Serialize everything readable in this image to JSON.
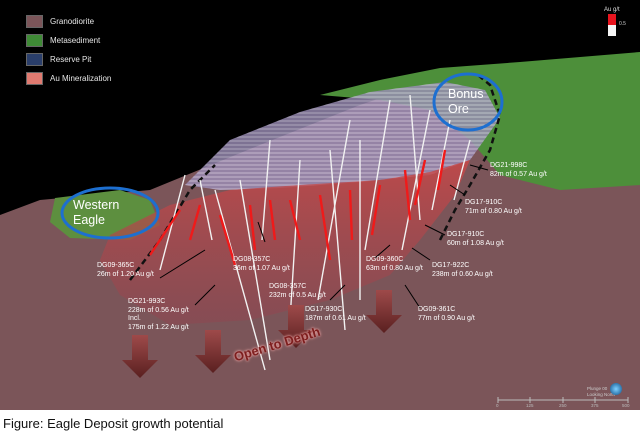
{
  "legend": [
    {
      "label": "Granodiorite",
      "color": "#7b5559"
    },
    {
      "label": "Metasediment",
      "color": "#3f8a36"
    },
    {
      "label": "Reserve Pit",
      "color": "#2a3e6a"
    },
    {
      "label": "Au Mineralization",
      "color": "#e07a70"
    }
  ],
  "grade_scale": {
    "title": "Au g/t",
    "value": "0.5",
    "high_color": "#e8141e",
    "low_color": "#f5f5f5"
  },
  "callouts": {
    "bonus_ore": "Bonus\nOre",
    "western_eagle": "Western\nEagle"
  },
  "open_to_depth": "Open to Depth",
  "drill_labels": [
    {
      "hole": "DG21-998C",
      "result": "82m of 0.57 Au g/t"
    },
    {
      "hole": "DG17-910C",
      "result": "71m of 0.80 Au g/t"
    },
    {
      "hole": "DG17-910C",
      "result": "60m of 1.08 Au g/t"
    },
    {
      "hole": "DG17-922C",
      "result": "238m of 0.60 Au g/t"
    },
    {
      "hole": "DG09-361C",
      "result": "77m of 0.90 Au g/t"
    },
    {
      "hole": "DG09-360C",
      "result": "63m of 0.80 Au g/t"
    },
    {
      "hole": "DG17-930C",
      "result": "187m of 0.61 Au g/t"
    },
    {
      "hole": "DG08-357C",
      "result": "36m of 1.07 Au g/t"
    },
    {
      "hole": "DG08-357C",
      "result": "232m of 0.5 Au g/t"
    },
    {
      "hole": "DG09-365C",
      "result": "26m of 1.20 Au g/t"
    },
    {
      "hole": "DG21-993C",
      "result": "228m of 0.56 Au g/t\nIncl.\n175m of 1.22 Au g/t"
    }
  ],
  "view_info": "Plunge 00\nLooking North",
  "scale_ticks": [
    "0",
    "125",
    "250",
    "375",
    "500"
  ],
  "caption": "Figure: Eagle Deposit growth potential"
}
